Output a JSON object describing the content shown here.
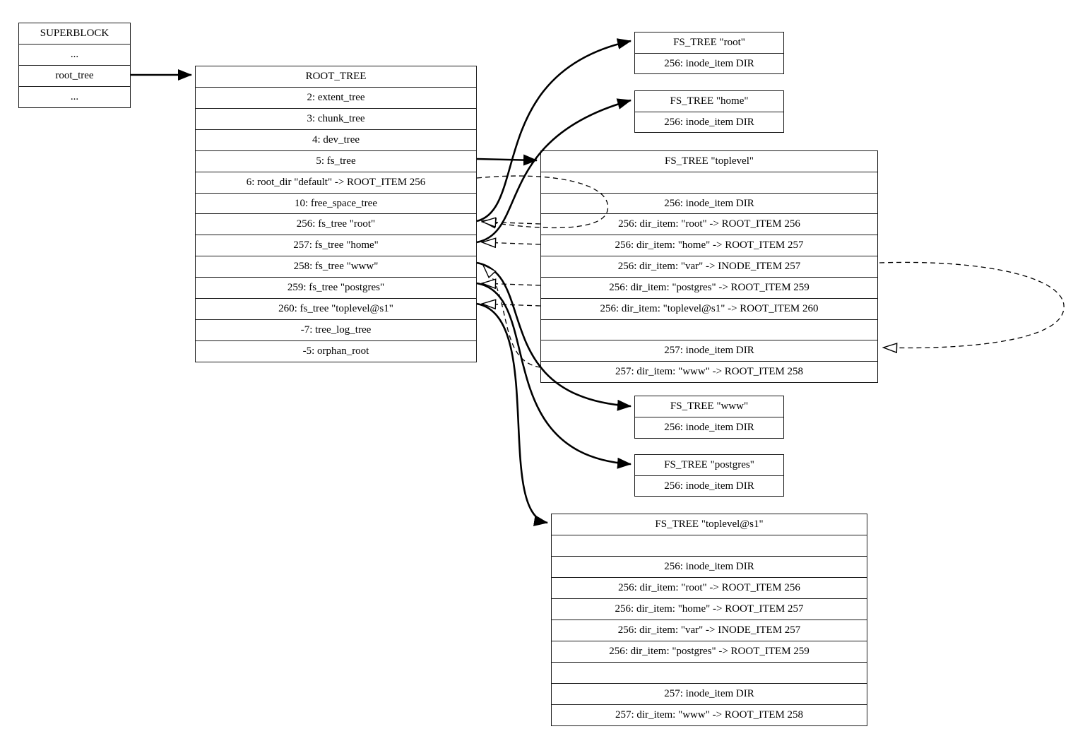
{
  "diagram": {
    "kind": "btrfs-tree-structure-diagram",
    "colors": {
      "ink": "#000000",
      "border": "#1a1a1a",
      "paper": "#ffffff"
    },
    "nodes": {
      "superblock": {
        "header": "SUPERBLOCK",
        "rows": [
          "...",
          "root_tree",
          "..."
        ]
      },
      "root_tree": {
        "header": "ROOT_TREE",
        "rows": [
          "2: extent_tree",
          "3: chunk_tree",
          "4: dev_tree",
          "5: fs_tree",
          "6: root_dir \"default\" -> ROOT_ITEM 256",
          "10: free_space_tree",
          "256: fs_tree \"root\"",
          "257: fs_tree \"home\"",
          "258: fs_tree \"www\"",
          "259: fs_tree \"postgres\"",
          "260: fs_tree \"toplevel@s1\"",
          "-7: tree_log_tree",
          "-5: orphan_root"
        ]
      },
      "fs_root": {
        "header": "FS_TREE \"root\"",
        "rows": [
          "256: inode_item DIR"
        ]
      },
      "fs_home": {
        "header": "FS_TREE \"home\"",
        "rows": [
          "256: inode_item DIR"
        ]
      },
      "fs_toplevel": {
        "header": "FS_TREE \"toplevel\"",
        "rows": [
          "",
          "256: inode_item DIR",
          "256: dir_item: \"root\" -> ROOT_ITEM 256",
          "256: dir_item: \"home\" -> ROOT_ITEM 257",
          "256: dir_item: \"var\" -> INODE_ITEM 257",
          "256: dir_item: \"postgres\" -> ROOT_ITEM 259",
          "256: dir_item: \"toplevel@s1\" -> ROOT_ITEM 260",
          "",
          "257: inode_item DIR",
          "257: dir_item: \"www\" -> ROOT_ITEM 258"
        ]
      },
      "fs_www": {
        "header": "FS_TREE \"www\"",
        "rows": [
          "256: inode_item DIR"
        ]
      },
      "fs_postgres": {
        "header": "FS_TREE \"postgres\"",
        "rows": [
          "256: inode_item DIR"
        ]
      },
      "fs_toplevel_s1": {
        "header": "FS_TREE \"toplevel@s1\"",
        "rows": [
          "",
          "256: inode_item DIR",
          "256: dir_item: \"root\" -> ROOT_ITEM 256",
          "256: dir_item: \"home\" -> ROOT_ITEM 257",
          "256: dir_item: \"var\" -> INODE_ITEM 257",
          "256: dir_item: \"postgres\" -> ROOT_ITEM 259",
          "",
          "257: inode_item DIR",
          "257: dir_item: \"www\" -> ROOT_ITEM 258"
        ]
      }
    },
    "edges": [
      {
        "from": "superblock.root_tree",
        "to": "root_tree",
        "style": "solid"
      },
      {
        "from": "root_tree.5_fs_tree",
        "to": "fs_toplevel",
        "style": "solid"
      },
      {
        "from": "root_tree.256_fs_tree_root",
        "to": "fs_root",
        "style": "solid"
      },
      {
        "from": "root_tree.257_fs_tree_home",
        "to": "fs_home",
        "style": "solid"
      },
      {
        "from": "root_tree.258_fs_tree_www",
        "to": "fs_www",
        "style": "solid"
      },
      {
        "from": "root_tree.259_fs_tree_postgres",
        "to": "fs_postgres",
        "style": "solid"
      },
      {
        "from": "root_tree.260_fs_tree_toplevel_s1",
        "to": "fs_toplevel_s1",
        "style": "solid"
      },
      {
        "from": "root_tree.6_root_dir_default",
        "to": "root_tree.256_fs_tree_root",
        "style": "dashed"
      },
      {
        "from": "fs_toplevel.dir_item_root",
        "to": "root_tree.256_fs_tree_root",
        "style": "dashed"
      },
      {
        "from": "fs_toplevel.dir_item_home",
        "to": "root_tree.257_fs_tree_home",
        "style": "dashed"
      },
      {
        "from": "fs_toplevel.dir_item_www",
        "to": "root_tree.258_fs_tree_www",
        "style": "dashed"
      },
      {
        "from": "fs_toplevel.dir_item_postgres",
        "to": "root_tree.259_fs_tree_postgres",
        "style": "dashed"
      },
      {
        "from": "fs_toplevel.dir_item_toplevel_s1",
        "to": "root_tree.260_fs_tree_toplevel_s1",
        "style": "dashed"
      },
      {
        "from": "fs_toplevel.dir_item_var",
        "to": "fs_toplevel.257_inode_item",
        "style": "dashed"
      }
    ]
  }
}
